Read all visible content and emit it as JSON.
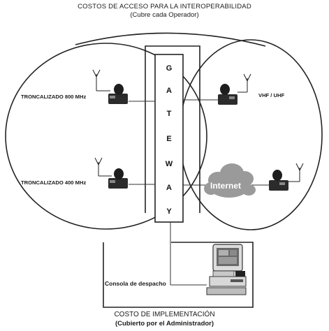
{
  "header": {
    "title": "COSTOS DE ACCESO PARA LA INTEROPERABILIDAD",
    "subtitle": "(Cubre cada Operador)"
  },
  "left_network": {
    "label_top": "TRONCALIZADO 800 MHz",
    "label_bottom": "TRONCALIZADO 400 MHz"
  },
  "right_network": {
    "label_top": "VHF / UHF",
    "cloud_label": "Internet"
  },
  "gateway": {
    "letters": [
      "G",
      "A",
      "T",
      "E",
      "W",
      "A",
      "Y"
    ]
  },
  "console": {
    "label": "Consola de despacho"
  },
  "footer": {
    "title": "COSTO DE IMPLEMENTACIÓN",
    "subtitle": "(Cubierto por el Administrador)"
  },
  "colors": {
    "line": "#222222",
    "cloud": "#9a9a9a",
    "device": "#2b2b2b"
  }
}
